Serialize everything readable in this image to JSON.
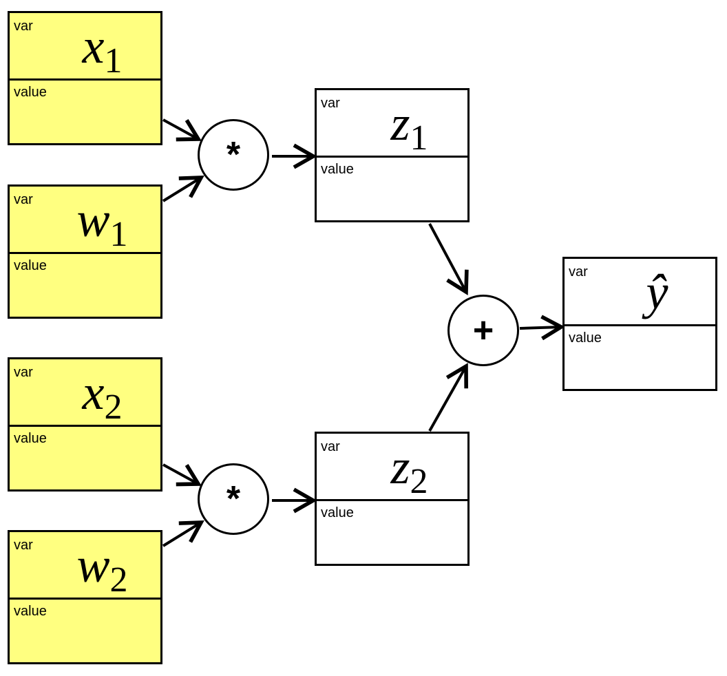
{
  "nodes": {
    "x1": {
      "tag": "var",
      "name": "x",
      "sub": "1",
      "value_label": "value"
    },
    "w1": {
      "tag": "var",
      "name": "w",
      "sub": "1",
      "value_label": "value"
    },
    "x2": {
      "tag": "var",
      "name": "x",
      "sub": "2",
      "value_label": "value"
    },
    "w2": {
      "tag": "var",
      "name": "w",
      "sub": "2",
      "value_label": "value"
    },
    "z1": {
      "tag": "var",
      "name": "z",
      "sub": "1",
      "value_label": "value"
    },
    "z2": {
      "tag": "var",
      "name": "z",
      "sub": "2",
      "value_label": "value"
    },
    "yhat": {
      "tag": "var",
      "name": "ŷ",
      "value_label": "value"
    }
  },
  "ops": {
    "mul1": "*",
    "mul2": "*",
    "add": "+"
  },
  "colors": {
    "input_fill": "#ffff80",
    "computed_fill": "#ffffff",
    "stroke": "#000000"
  }
}
